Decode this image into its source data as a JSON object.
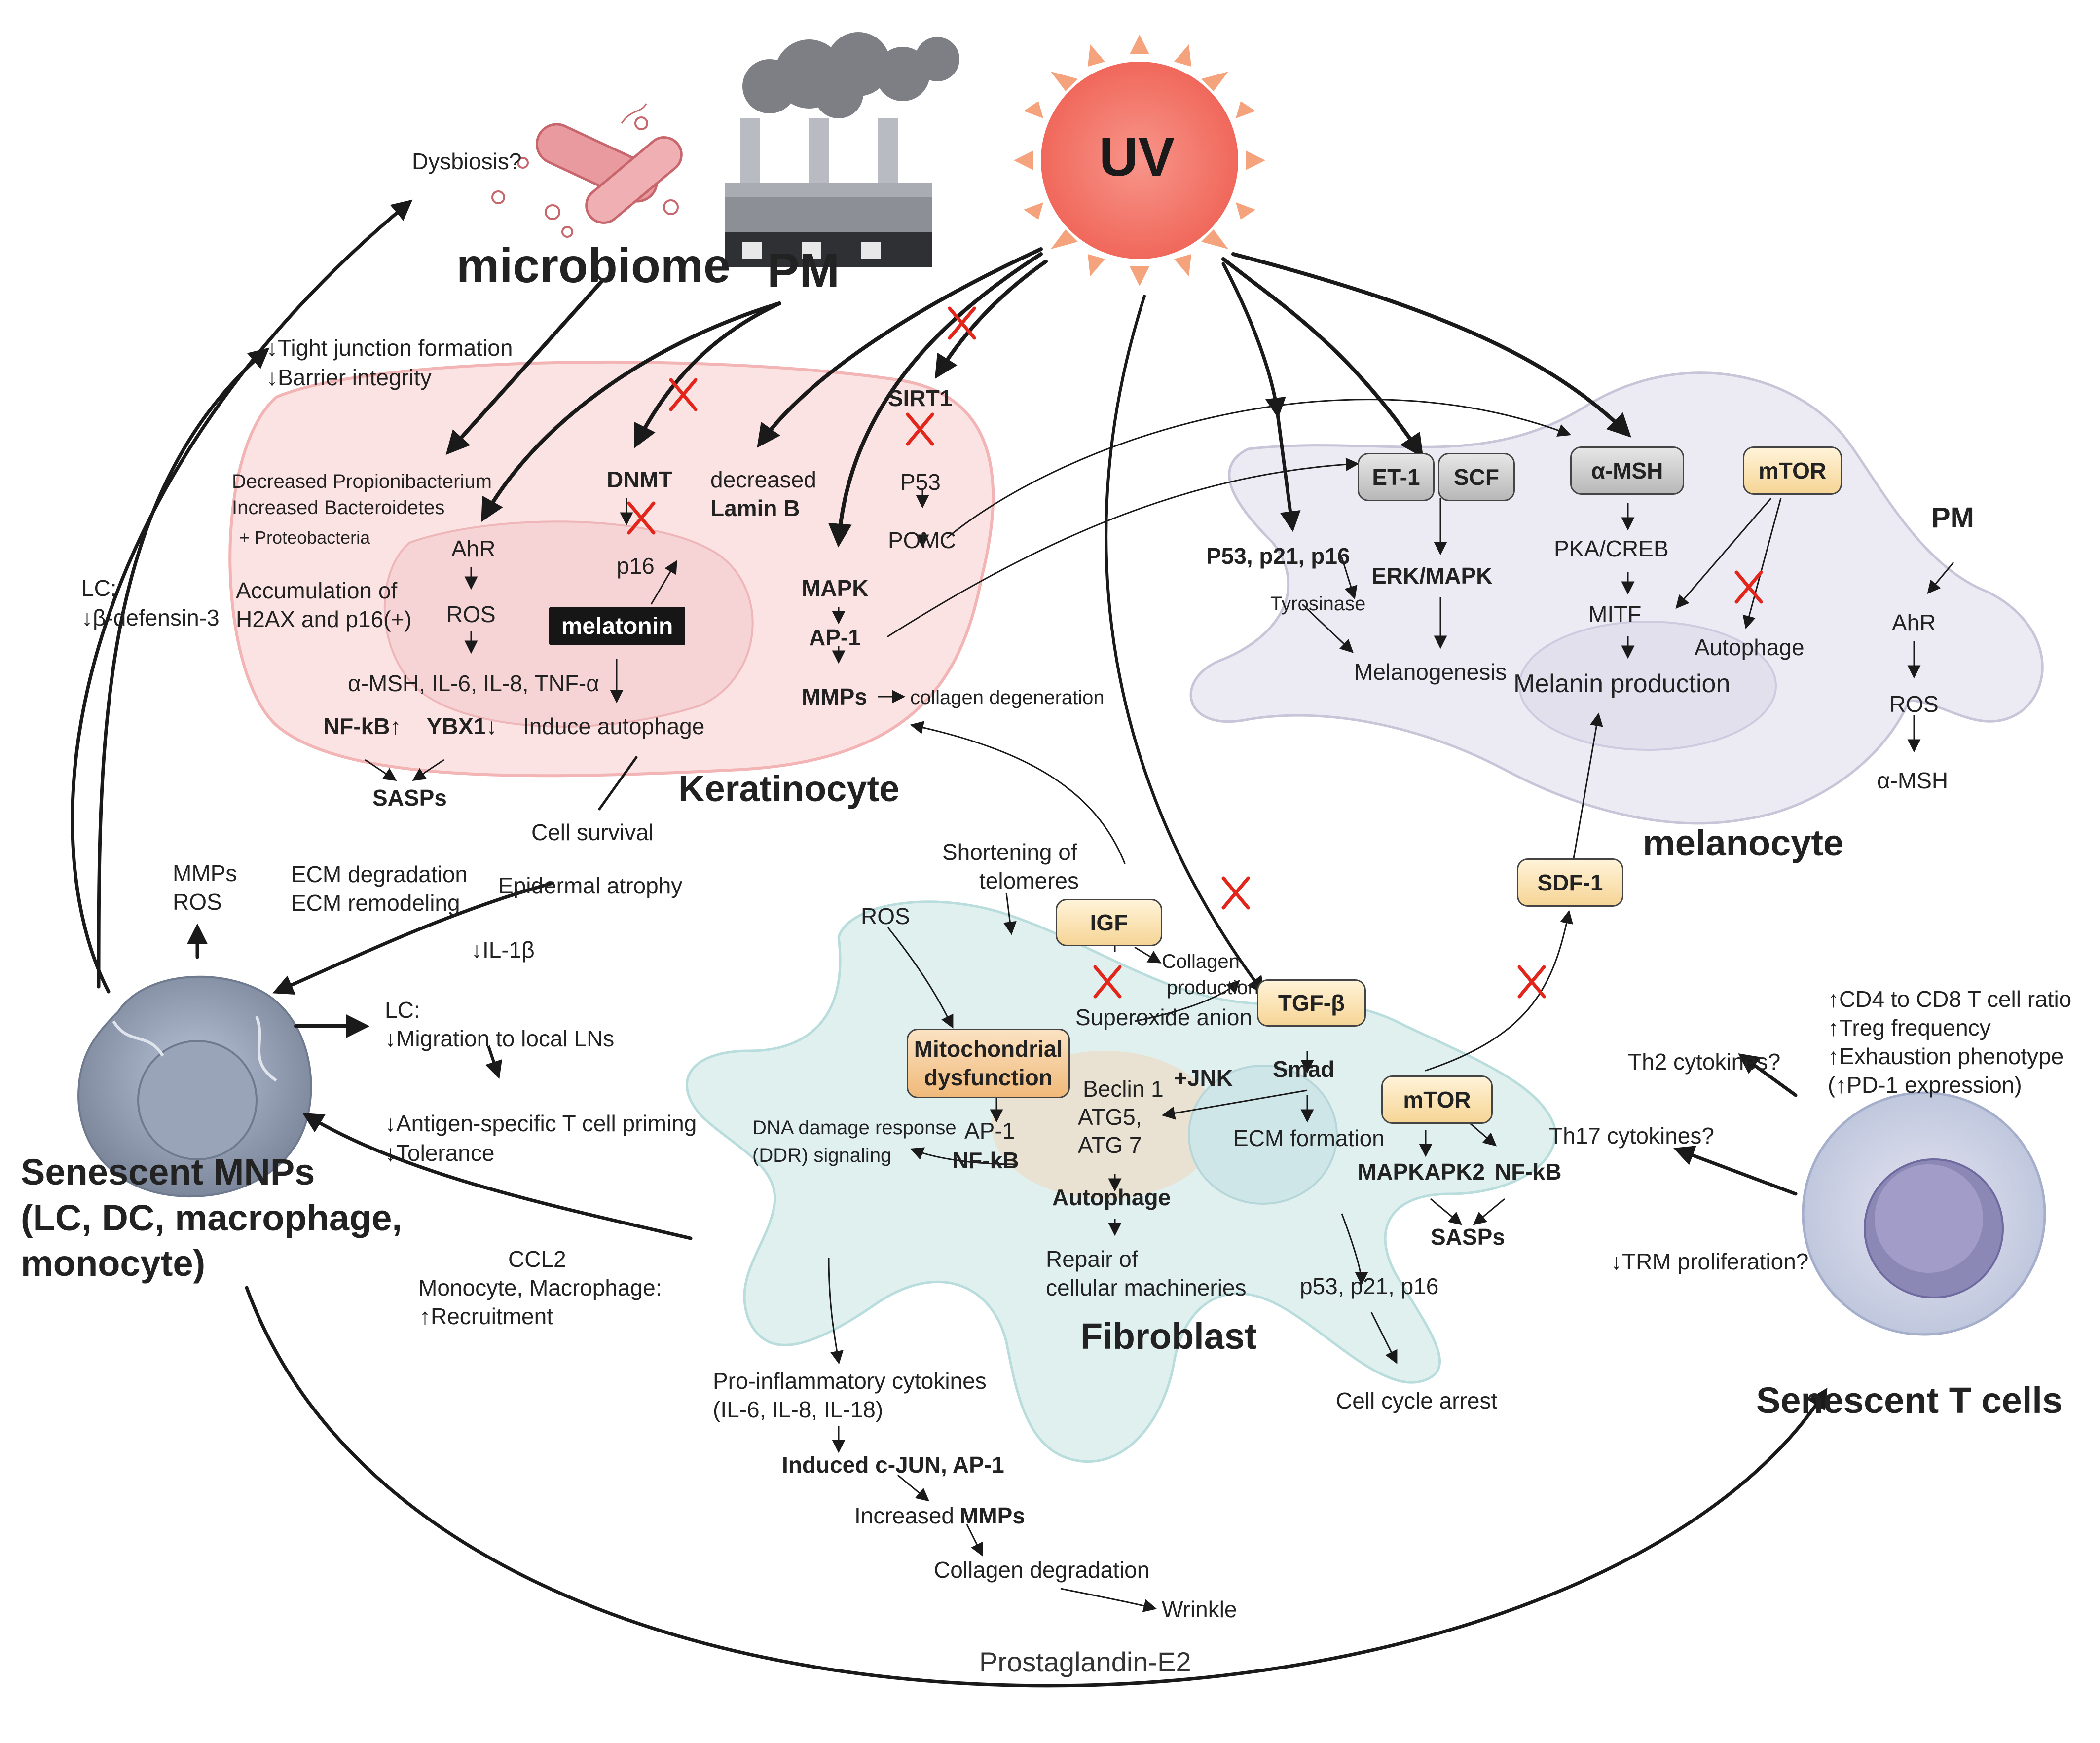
{
  "colors": {
    "keratinocyte_fill": "#fbe3e3",
    "keratinocyte_stroke": "#f2b4b4",
    "melanocyte_fill": "#eceaf3",
    "fibroblast_fill": "#dff0ef",
    "uv_sun": "#f47b6d",
    "uv_rays": "#f5a37d",
    "inhibit_mark": "#e3261c",
    "arrow": "#1a1a1a",
    "box_gray": "#c9c9c9",
    "box_yellow": "#f9dfa8",
    "box_orange": "#f5c48c"
  },
  "icons": [
    "bacteria-icon",
    "factory-icon",
    "sun-icon",
    "senescent-macrophage-icon",
    "senescent-t-cell-icon",
    "inhibition-x-icon"
  ],
  "sources": {
    "microbiome": "microbiome",
    "pm_top": "PM",
    "uv": "UV",
    "dysbiosis": "Dysbiosis?"
  },
  "barrier": {
    "line1": "↓Tight junction formation",
    "line2": "↓Barrier integrity"
  },
  "keratinocyte": {
    "label": "Keratinocyte",
    "microbiome_effect": [
      "Decreased Propionibacterium",
      "Increased Bacteroidetes"
    ],
    "proteobacteria": "+ Proteobacteria",
    "ahr": "AhR",
    "ros": "ROS",
    "accumulation": [
      "Accumulation of",
      "H2AX and p16(+)"
    ],
    "dnmt": "DNMT",
    "p16": "p16",
    "melatonin": "melatonin",
    "cytokines": "α-MSH, IL-6, IL-8, TNF-α",
    "induce_autophage": "Induce autophage",
    "nfkb": "NF-kB↑",
    "ybx1": "YBX1↓",
    "sasps": "SASPs",
    "decreased": "decreased",
    "lamin_b": "Lamin B",
    "sirt1": "SIRT1",
    "p53": "P53",
    "pomc": "POMC",
    "mapk": "MAPK",
    "ap1": "AP-1",
    "mmps": "MMPs",
    "collagen_degeneration": "collagen degeneration",
    "cell_survival": "Cell survival",
    "epidermal_atrophy": "Epidermal atrophy",
    "il1b": "↓IL-1β"
  },
  "melanocyte": {
    "label": "melanocyte",
    "et1": "ET-1",
    "scf": "SCF",
    "amsh": "α-MSH",
    "mtor": "mTOR",
    "p53_p21_p16": "P53, p21, p16",
    "tyrosinase": "Tyrosinase",
    "erk_mapk": "ERK/MAPK",
    "melanogenesis": "Melanogenesis",
    "pka_creb": "PKA/CREB",
    "mitf": "MITF",
    "autophage": "Autophage",
    "melanin": "Melanin production",
    "pm": "PM",
    "ahr": "AhR",
    "ros": "ROS",
    "amsh2": "α-MSH"
  },
  "fibroblast": {
    "label": "Fibroblast",
    "telomeres": [
      "Shortening of",
      "telomeres"
    ],
    "ros": "ROS",
    "igf": "IGF",
    "collagen_production": [
      "Collagen",
      "production"
    ],
    "superoxide": "Superoxide anion",
    "tgfb": "TGF-β",
    "smad": "Smad",
    "mito": [
      "Mitochondrial",
      "dysfunction"
    ],
    "ddr": [
      "DNA damage response",
      "(DDR) signaling"
    ],
    "ap1": "AP-1",
    "nfkb": "NF-kB",
    "jnk": "+JNK",
    "beclin": [
      "Beclin 1",
      "ATG5,",
      "ATG 7"
    ],
    "autophage": "Autophage",
    "repair": [
      "Repair of",
      "cellular machineries"
    ],
    "ecm_formation": "ECM formation",
    "mtor": "mTOR",
    "mapkapk2": "MAPKAPK2",
    "nfkb2": "NF-kB",
    "sasps": "SASPs",
    "p53_p21_p16": "p53, p21, p16",
    "cell_cycle_arrest": "Cell cycle arrest",
    "sdf1": "SDF-1",
    "pro_inflam": [
      "Pro-inflammatory cytokines",
      "(IL-6, IL-8, IL-18)"
    ],
    "cjun": "Induced c-JUN, AP-1",
    "increased": "Increased",
    "mmps": "MMPs",
    "collagen_degradation": "Collagen degradation",
    "wrinkle": "Wrinkle",
    "pge2": "Prostaglandin-E2"
  },
  "mnps": {
    "label": [
      "Senescent MNPs",
      "(LC, DC, macrophage,",
      "monocyte)"
    ],
    "lc_defensin": [
      "LC:",
      "↓β-defensin-3"
    ],
    "mmps_ros": [
      "MMPs",
      "ROS"
    ],
    "ecm": [
      "ECM degradation",
      "ECM remodeling"
    ],
    "lc_migration": [
      "LC:",
      "↓Migration to local LNs"
    ],
    "priming": [
      "↓Antigen-specific T cell priming",
      "↓Tolerance"
    ],
    "recruit": [
      "CCL2",
      "Monocyte, Macrophage:",
      "↑Recruitment"
    ]
  },
  "tcells": {
    "label": "Senescent T cells",
    "effects": [
      "↑CD4 to CD8 T cell ratio",
      "↑Treg frequency",
      "↑Exhaustion phenotype",
      "(↑PD-1 expression)"
    ],
    "th2": "Th2 cytokines?",
    "th17": "Th17 cytokines?",
    "trm": "↓TRM proliferation?"
  }
}
